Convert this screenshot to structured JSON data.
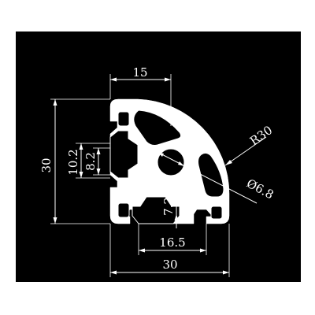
{
  "drawing": {
    "background_color": "#000000",
    "line_color": "#ffffff",
    "dimensions": {
      "top_width": "15",
      "height": "30",
      "outer_slot": "10.2",
      "inner_slot": "8.2",
      "radius": "R30",
      "hole_diameter": "Ø6.8",
      "slot_depth": "7.2",
      "slot_width": "16.5",
      "bottom_width": "30"
    }
  }
}
